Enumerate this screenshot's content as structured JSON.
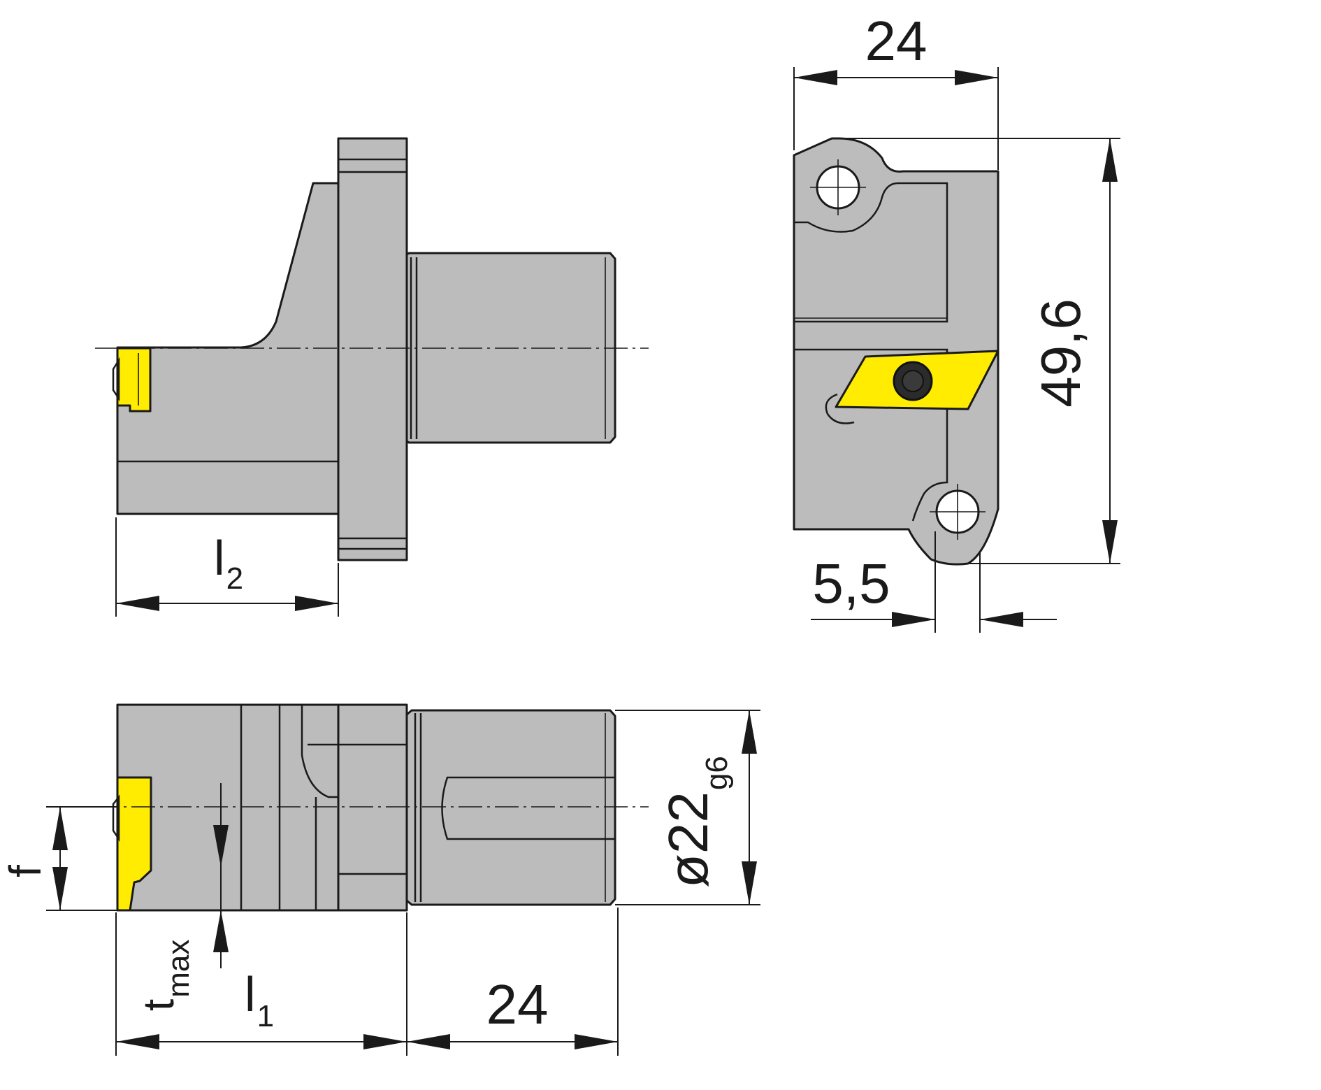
{
  "dimensions": {
    "l2_main": "l",
    "l2_sub": "2",
    "top_width": "24",
    "height": "49,6",
    "hole_offset": "5,5",
    "f": "f",
    "tmax_main": "t",
    "tmax_sub": "max",
    "l1_main": "l",
    "l1_sub": "1",
    "bottom_length": "24",
    "diameter_main": "ø22",
    "diameter_sub": "g6"
  },
  "colors": {
    "body": "#bcbcbc",
    "insert": "#ffec00",
    "line": "#1a1a1a"
  }
}
